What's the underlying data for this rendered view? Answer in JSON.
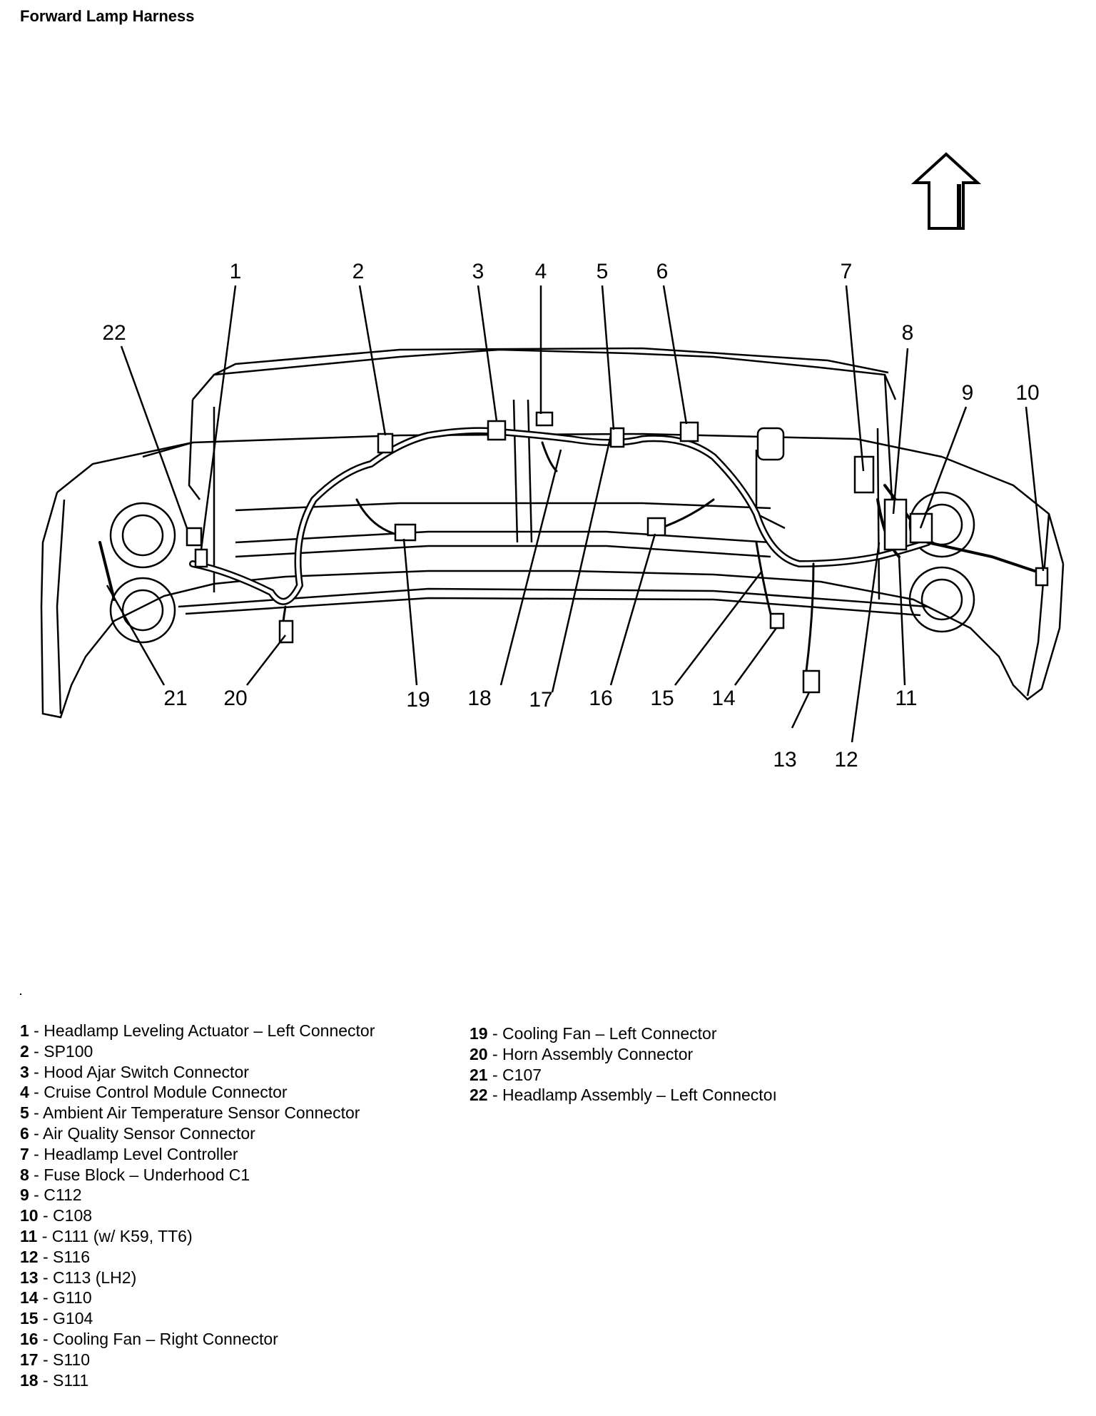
{
  "title": "Forward Lamp Harness",
  "callouts": [
    "1",
    "2",
    "3",
    "4",
    "5",
    "6",
    "7",
    "8",
    "9",
    "10",
    "11",
    "12",
    "13",
    "14",
    "15",
    "16",
    "17",
    "18",
    "19",
    "20",
    "21",
    "22"
  ],
  "legend": {
    "separator": " - ",
    "left": [
      {
        "num": "1",
        "text": "Headlamp Leveling Actuator – Left Connector"
      },
      {
        "num": "2",
        "text": "SP100"
      },
      {
        "num": "3",
        "text": "Hood Ajar Switch Connector"
      },
      {
        "num": "4",
        "text": "Cruise Control Module Connector"
      },
      {
        "num": "5",
        "text": "Ambient Air Temperature Sensor Connector"
      },
      {
        "num": "6",
        "text": "Air Quality Sensor Connector"
      },
      {
        "num": "7",
        "text": "Headlamp Level Controller"
      },
      {
        "num": "8",
        "text": "Fuse Block – Underhood C1"
      },
      {
        "num": "9",
        "text": "C112"
      },
      {
        "num": "10",
        "text": "C108"
      },
      {
        "num": "11",
        "text": "C111 (w/ K59, TT6)"
      },
      {
        "num": "12",
        "text": "S116"
      },
      {
        "num": "13",
        "text": "C113 (LH2)"
      },
      {
        "num": "14",
        "text": "G110"
      },
      {
        "num": "15",
        "text": "G104"
      },
      {
        "num": "16",
        "text": "Cooling Fan – Right Connector"
      },
      {
        "num": "17",
        "text": "S110"
      },
      {
        "num": "18",
        "text": "S111"
      }
    ],
    "right": [
      {
        "num": "19",
        "text": "Cooling Fan – Left Connector"
      },
      {
        "num": "20",
        "text": "Horn Assembly Connector"
      },
      {
        "num": "21",
        "text": "C107"
      },
      {
        "num": "22",
        "text": "Headlamp Assembly – Left Connectoı"
      }
    ]
  }
}
